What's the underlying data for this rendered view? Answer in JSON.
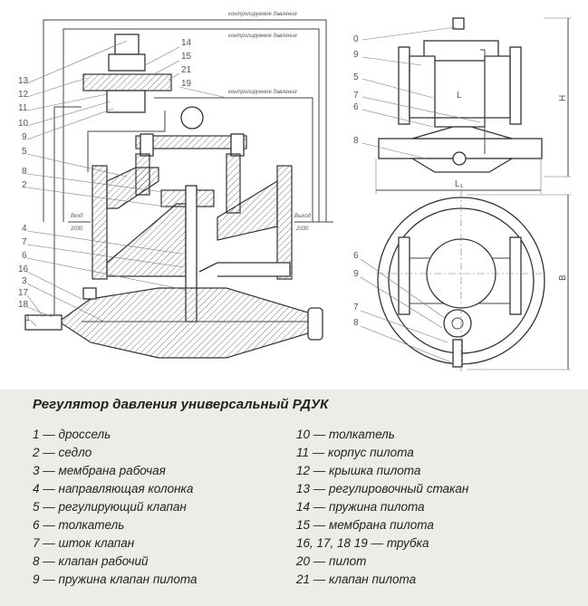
{
  "diagram": {
    "pressure_labels": [
      "контролируемое давление",
      "контролируемое давление",
      "контролируемое давление"
    ],
    "inlet": "Вход",
    "outlet": "Выход",
    "dn_in": "2030",
    "dn_out": "2030",
    "left_callouts": [
      "13",
      "12",
      "11",
      "10",
      "9",
      "5",
      "8",
      "2",
      "4",
      "7",
      "6",
      "16",
      "3",
      "17",
      "18",
      "1"
    ],
    "top_callouts": [
      "14",
      "15",
      "21",
      "19"
    ],
    "side_callouts": [
      "0",
      "9",
      "5",
      "7",
      "6",
      "8"
    ],
    "plan_callouts": [
      "6",
      "9",
      "7",
      "8"
    ],
    "dims": {
      "L": "L",
      "L1": "L₁",
      "H": "H",
      "B": "B"
    }
  },
  "legend": {
    "title": "Регулятор давления универсальный РДУК",
    "left": [
      "1 — дроссель",
      "2 — седло",
      "3 — мембрана рабочая",
      "4 — направляющая колонка",
      "5 — регулирующий клапан",
      "6 — толкатель",
      "7 — шток клапан",
      "8 — клапан рабочий",
      "9 — пружина клапан пилота"
    ],
    "right": [
      "10 — толкатель",
      "11 — корпус пилота",
      "12 — крышка пилота",
      "13 — регулировочный стакан",
      "14 — пружина пилота",
      "15 — мембрана пилота",
      "16, 17, 18 19 — трубка",
      "20 — пилот",
      "21 — клапан пилота"
    ]
  }
}
